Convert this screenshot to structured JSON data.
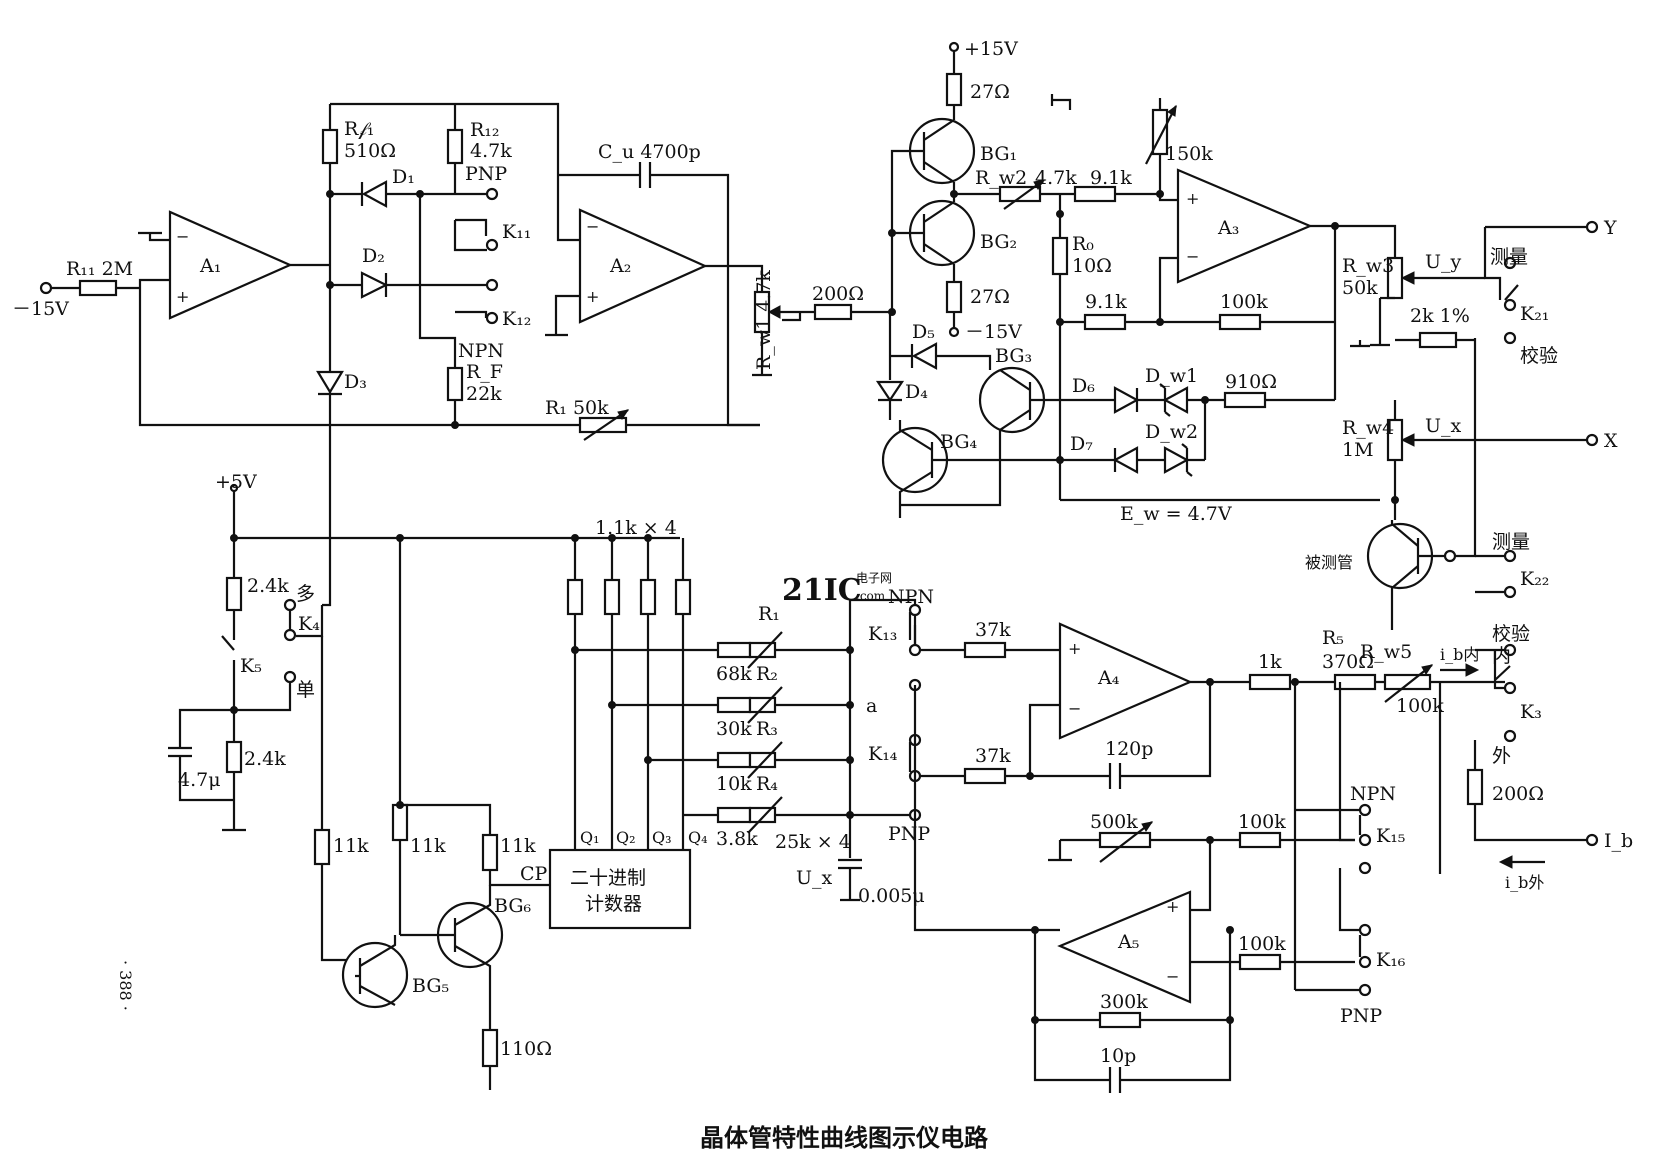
{
  "caption": "晶体管特性曲线图示仪电路",
  "watermark": {
    "brand": "21IC",
    "sub": "电子网",
    "domain": ".com"
  },
  "page_number": "· 388 ·",
  "labels": {
    "neg15_in": "－15V",
    "rin": "R₁₁ 2M",
    "a1": "A₁",
    "rf1": "R𝒻₁",
    "rf1_val": "510Ω",
    "r12": "R₁₂",
    "r12_val": "4.7k",
    "pnp1": "PNP",
    "d1": "D₁",
    "d2": "D₂",
    "d3": "D₃",
    "k11": "K₁₁",
    "k12": "K₁₂",
    "npn1": "NPN",
    "rf": "R_F",
    "rf_val": "22k",
    "r1": "R₁ 50k",
    "cu": "C_u 4700p",
    "a2": "A₂",
    "rw1": "R_w1 4.7k",
    "r200": "200Ω",
    "pos15": "+15V",
    "r27a": "27Ω",
    "bg1": "BG₁",
    "bg2": "BG₂",
    "r27b": "27Ω",
    "neg15b": "－15V",
    "rw2": "R_w2",
    "rw2_val": "4.7k",
    "r91a": "9.1k",
    "r150": "150k",
    "a3": "A₃",
    "r0": "R₀",
    "r0_val": "10Ω",
    "r91b": "9.1k",
    "r100a": "100k",
    "d5": "D₅",
    "d4": "D₄",
    "bg3": "BG₃",
    "bg4": "BG₄",
    "d6": "D₆",
    "dw1": "D_w1",
    "r910": "910Ω",
    "d7": "D₇",
    "dw2": "D_w2",
    "ew": "E_w = 4.7V",
    "rw3": "R_w3",
    "rw3_val": "50k",
    "uy": "U_y",
    "meas1": "测量",
    "k21": "K₂₁",
    "y": "Y",
    "r2k": "2k 1%",
    "calib1": "校验",
    "rw4": "R_w4",
    "rw4_val": "1M",
    "ux": "U_x",
    "x": "X",
    "dut": "被测管",
    "meas2": "测量",
    "k22": "K₂₂",
    "calib2": "校验",
    "inner": "内",
    "k3": "K₃",
    "outer": "外",
    "r200b": "200Ω",
    "ib": "I_b",
    "ibin": "i_b内",
    "ibout": "i_b外",
    "pos5": "+5V",
    "r24a": "2.4k",
    "multi": "多",
    "k4": "K₄",
    "k5": "K₅",
    "single": "单",
    "c47": "4.7μ",
    "r24b": "2.4k",
    "r11a": "11k",
    "r11b": "11k",
    "r11c": "11k",
    "bg5": "BG₅",
    "bg6": "BG₆",
    "r110": "110Ω",
    "cp": "CP",
    "counter1": "二十进制",
    "counter2": "计数器",
    "q1": "Q₁",
    "q2": "Q₂",
    "q3": "Q₃",
    "q4": "Q₄",
    "r11x4": "1.1k × 4",
    "rr1": "R₁",
    "r68": "68k",
    "rr2": "R₂",
    "r30": "30k",
    "rr3": "R₃",
    "r10": "10k",
    "rr4": "R₄",
    "r38": "3.8k",
    "r25x4": "25k × 4",
    "a": "a",
    "ux2": "U_x",
    "c005": "0.005μ",
    "npn2": "NPN",
    "k13": "K₁₃",
    "k14": "K₁₄",
    "pnp2": "PNP",
    "r37a": "37k",
    "r37b": "37k",
    "a4": "A₄",
    "c120": "120p",
    "r1k": "1k",
    "r5": "R₅",
    "r5_val": "370Ω",
    "rw5": "R_w5",
    "rw5_val": "100k",
    "r500": "500k",
    "r100b": "100k",
    "npn3": "NPN",
    "k15": "K₁₅",
    "a5": "A₅",
    "r100c": "100k",
    "k16": "K₁₆",
    "pnp3": "PNP",
    "r300": "300k",
    "c10": "10p"
  }
}
